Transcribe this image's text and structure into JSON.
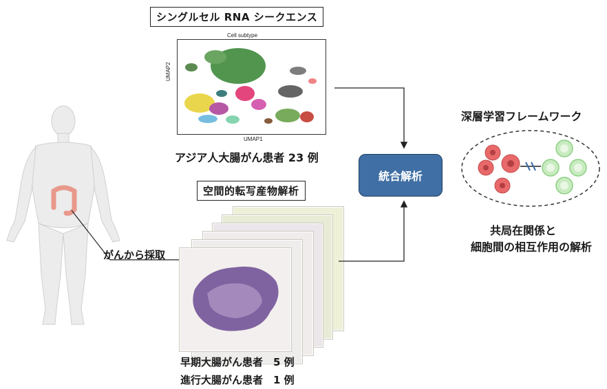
{
  "scrnaseq": {
    "title": "シングルセル RNA シークエンス",
    "umap_title": "Cell subtype",
    "xlabel": "UMAP1",
    "ylabel": "UMAP2",
    "caption": "アジア人大腸がん患者 23 例"
  },
  "spatial": {
    "title": "空間的転写産物解析",
    "caption_early": "早期大腸がん患者　5 例",
    "caption_advanced": "進行大腸がん患者　1 例"
  },
  "body": {
    "sampling_label": "がんから採取"
  },
  "integration": {
    "label": "統合解析"
  },
  "deep_learning": {
    "title": "深層学習フレームワーク",
    "result_line1": "共局在関係と",
    "result_line2": "細胞間の相互作用の解析"
  },
  "colors": {
    "integration_box": "#3f6fa4",
    "tumor_cell": "#e9696a",
    "immune_cell": "#b6e3b0",
    "tissue_stain": "#6a4a93"
  }
}
